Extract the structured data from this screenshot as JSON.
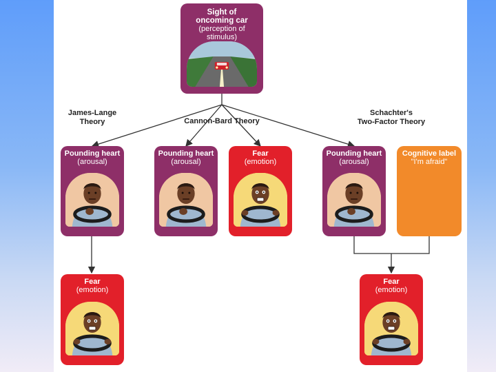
{
  "stimulus": {
    "title_line1": "Sight of",
    "title_line2": "oncoming car",
    "sub_line1": "(perception of",
    "sub_line2": "stimulus)"
  },
  "theories": {
    "james_lange_line1": "James-Lange",
    "james_lange_line2": "Theory",
    "cannon_bard": "Cannon-Bard Theory",
    "schachter_line1": "Schachter's",
    "schachter_line2": "Two-Factor Theory"
  },
  "cards": {
    "jl_arousal": {
      "title": "Pounding heart",
      "sub": "(arousal)"
    },
    "jl_fear": {
      "title": "Fear",
      "sub": "(emotion)"
    },
    "cb_arousal": {
      "title": "Pounding heart",
      "sub": "(arousal)"
    },
    "cb_fear": {
      "title": "Fear",
      "sub": "(emotion)"
    },
    "sc_arousal": {
      "title": "Pounding heart",
      "sub": "(arousal)"
    },
    "sc_label": {
      "title": "Cognitive label",
      "sub": "\"I'm afraid\""
    },
    "sc_fear": {
      "title": "Fear",
      "sub": "(emotion)"
    }
  },
  "colors": {
    "arousal_card": "#8e2f68",
    "emotion_card": "#e2202a",
    "cognitive_card": "#f28a2a",
    "connector": "#333333"
  }
}
